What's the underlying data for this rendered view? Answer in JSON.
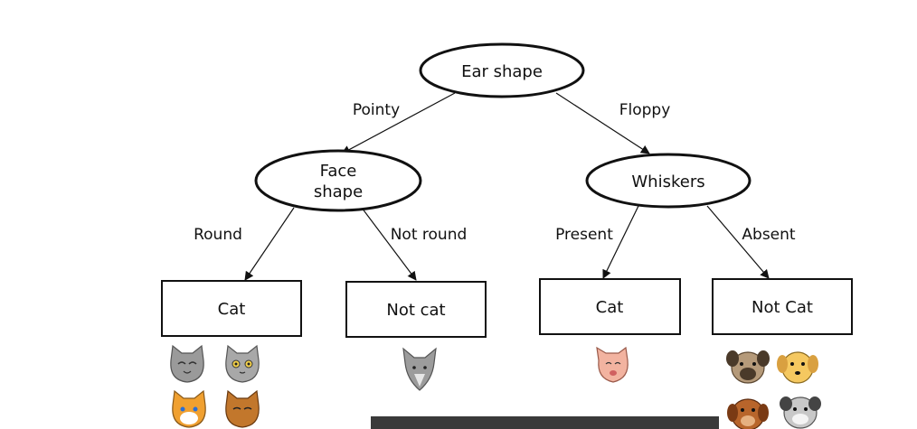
{
  "nodes": {
    "ear_shape": "Ear shape",
    "face_shape_line1": "Face",
    "face_shape_line2": "shape",
    "whiskers": "Whiskers"
  },
  "edges": {
    "pointy": "Pointy",
    "floppy": "Floppy",
    "round": "Round",
    "not_round": "Not round",
    "present": "Present",
    "absent": "Absent"
  },
  "leaves": {
    "cat_left": "Cat",
    "not_cat_left": "Not cat",
    "cat_right": "Cat",
    "not_cat_right": "Not Cat"
  },
  "images": {
    "cat_left": [
      "gray-cat-face-icon",
      "gray-cat-face-icon",
      "orange-cat-face-icon",
      "brown-cat-face-icon"
    ],
    "not_cat_left": [
      "gray-wolf-face-icon"
    ],
    "cat_right": [
      "pink-cat-face-icon"
    ],
    "not_cat_right": [
      "pug-dog-face-icon",
      "yellow-dog-face-icon",
      "brown-dog-face-icon",
      "gray-dog-face-icon"
    ]
  },
  "colors": {
    "line": "#111111",
    "gray_cat": "#9a9a9a",
    "orange_cat": "#f0a030",
    "brown_cat": "#c2772c",
    "pink_cat": "#f2b3a0",
    "pug": "#b59a7a",
    "yellow_dog": "#f5c860",
    "brown_dog": "#b8652b",
    "gray_dog": "#c8c8c8"
  }
}
